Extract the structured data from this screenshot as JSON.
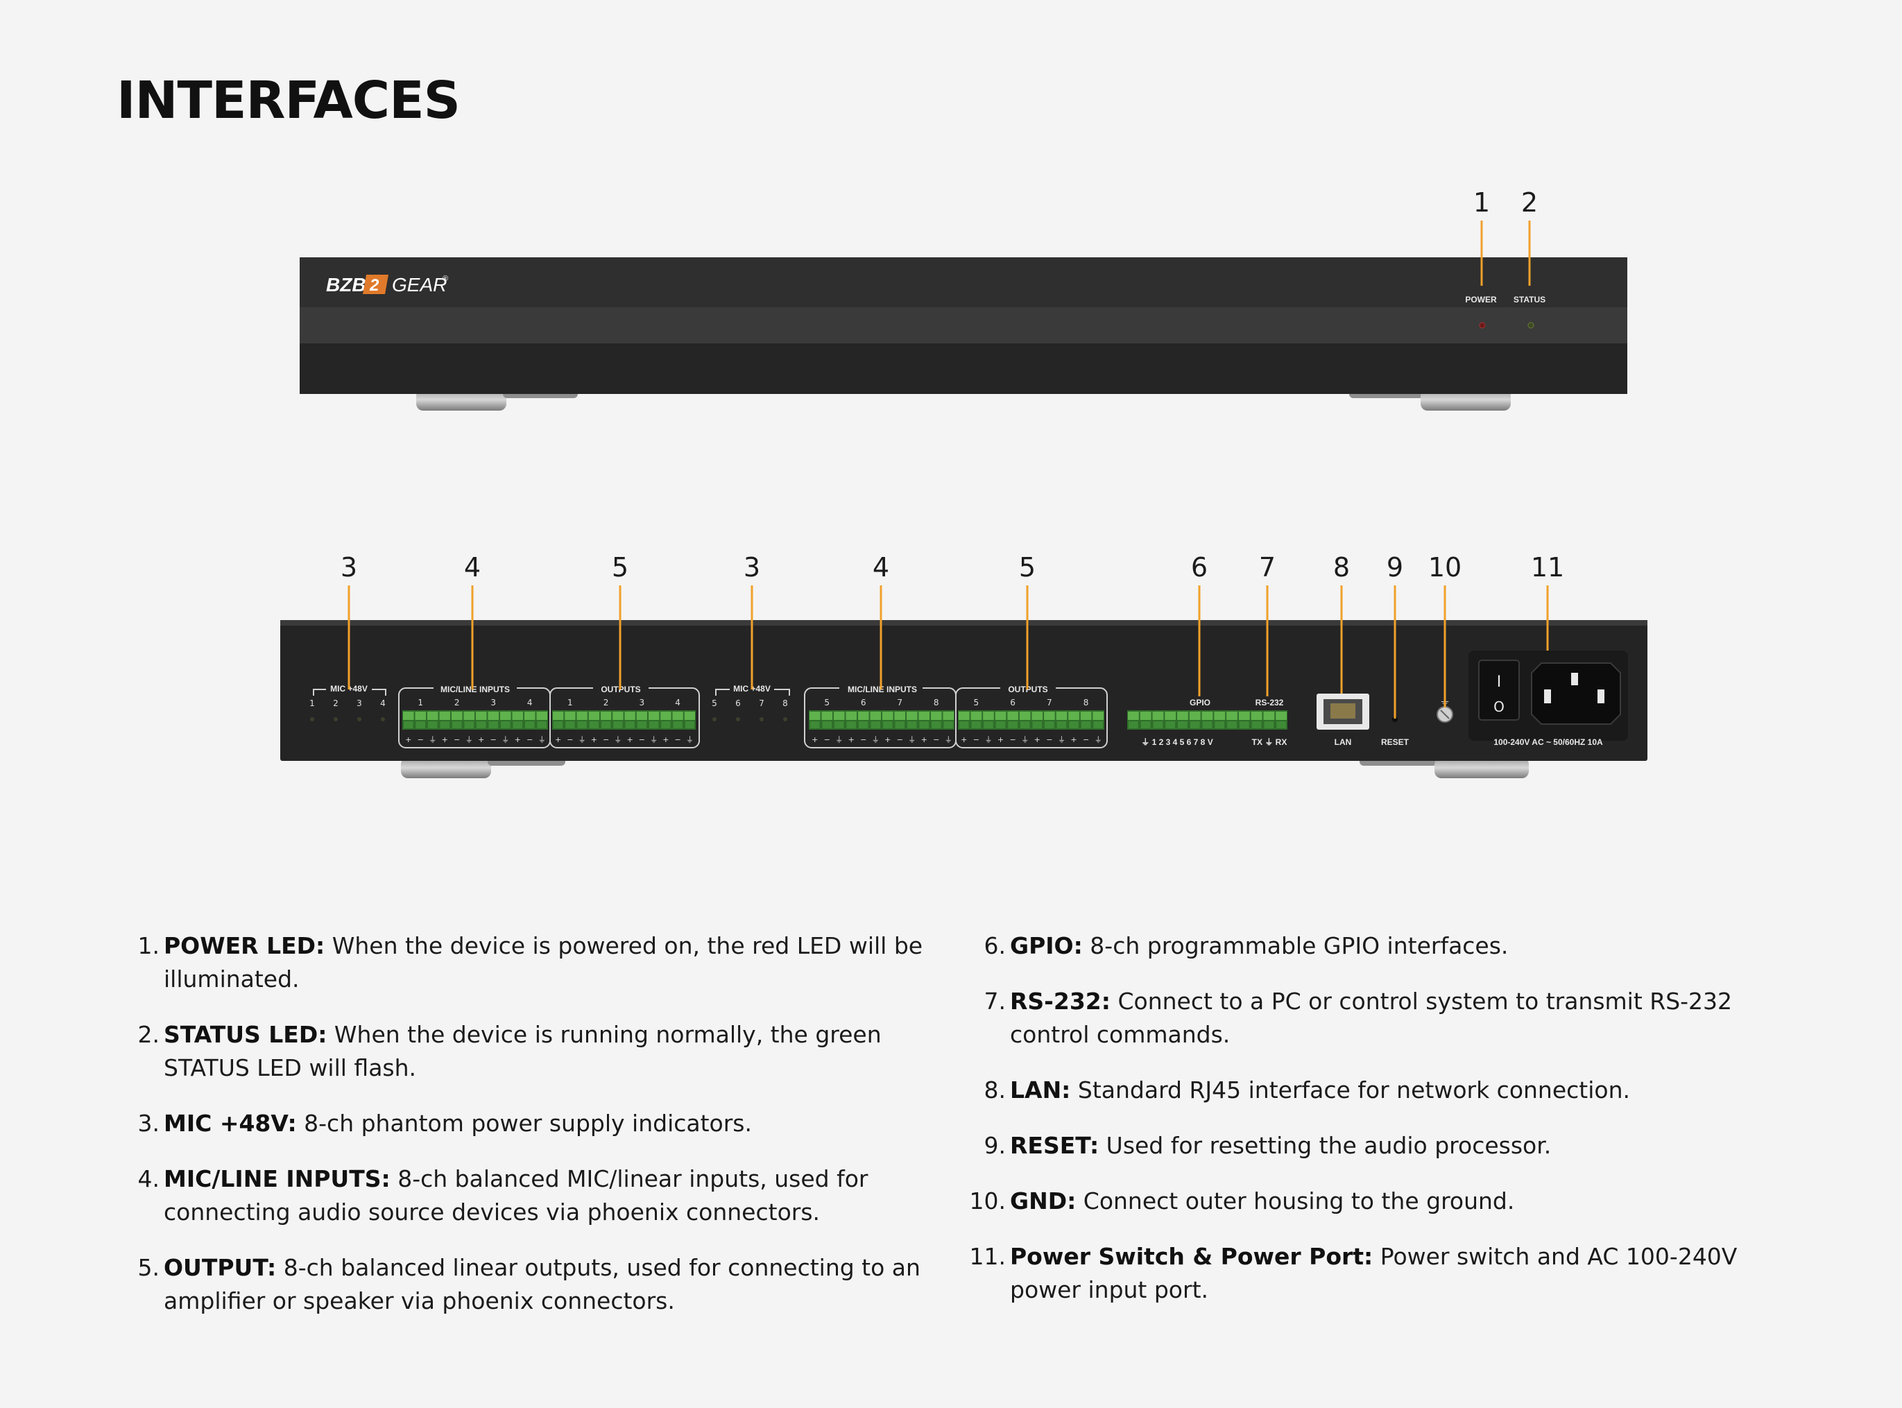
{
  "page": {
    "title": "INTERFACES"
  },
  "front_panel": {
    "brand": "BZB GEAR",
    "power_label": "POWER",
    "status_label": "STATUS",
    "callouts": [
      "1",
      "2"
    ]
  },
  "rear_panel": {
    "callouts": [
      "3",
      "4",
      "5",
      "3",
      "4",
      "5",
      "6",
      "7",
      "8",
      "9",
      "10",
      "11"
    ],
    "mic48v_label": "MIC +48V",
    "mic48v_left_nums": [
      "1",
      "2",
      "3",
      "4"
    ],
    "mic48v_right_nums": [
      "5",
      "6",
      "7",
      "8"
    ],
    "inputs_label": "MIC/LINE INPUTS",
    "outputs_label": "OUTPUTS",
    "inputs_left_nums": [
      "1",
      "2",
      "3",
      "4"
    ],
    "inputs_right_nums": [
      "5",
      "6",
      "7",
      "8"
    ],
    "outputs_left_nums": [
      "1",
      "2",
      "3",
      "4"
    ],
    "outputs_right_nums": [
      "5",
      "6",
      "7",
      "8"
    ],
    "gpio_label": "GPIO",
    "rs232_label": "RS-232",
    "gpio_pins": "⏚ 1 2 3 4 5 6 7 8 V",
    "rs232_pins": "TX ⏚ RX",
    "lan_label": "LAN",
    "reset_label": "RESET",
    "power_rating": "100-240V AC ~ 50/60HZ 10A",
    "switch_on": "I",
    "switch_off": "O"
  },
  "legend": [
    {
      "num": "1.",
      "term": "POWER LED:",
      "text": " When the device is powered on, the red LED will be illuminated."
    },
    {
      "num": "2.",
      "term": "STATUS LED:",
      "text": " When the device is running normally, the green STATUS LED will flash."
    },
    {
      "num": "3.",
      "term": "MIC +48V:",
      "text": " 8-ch phantom power supply indicators."
    },
    {
      "num": "4.",
      "term": "MIC/LINE INPUTS:",
      "text": " 8-ch balanced MIC/linear inputs, used for connecting audio source devices via phoenix connectors."
    },
    {
      "num": "5.",
      "term": "OUTPUT:",
      "text": " 8-ch balanced linear outputs, used for connecting to an amplifier or speaker via phoenix connectors."
    },
    {
      "num": "6.",
      "term": "GPIO:",
      "text": " 8-ch programmable GPIO interfaces."
    },
    {
      "num": "7.",
      "term": "RS-232:",
      "text": " Connect to a PC or control system to transmit RS-232 control commands."
    },
    {
      "num": "8.",
      "term": "LAN:",
      "text": " Standard RJ45 interface for network connection."
    },
    {
      "num": "9.",
      "term": "RESET:",
      "text": " Used for resetting the audio processor."
    },
    {
      "num": "10.",
      "term": "GND:",
      "text": " Connect outer housing to the ground."
    },
    {
      "num": "11.",
      "term": "Power Switch & Power Port:",
      "text": " Power switch and AC 100-240V power input port."
    }
  ],
  "colors": {
    "accent_leader": "#f0a12b",
    "chassis": "#2a2a2a",
    "terminal_green": "#4a9a3c",
    "background": "#f4f4f4"
  }
}
